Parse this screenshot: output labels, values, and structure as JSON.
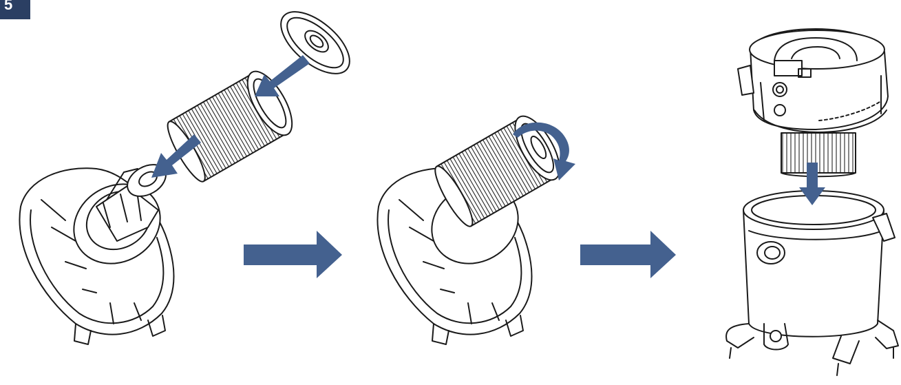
{
  "step": {
    "number": "5"
  },
  "colors": {
    "accent": "#44618f",
    "badge": "#2b3f63",
    "line": "#1a1a1a",
    "background": "#ffffff"
  },
  "panels": [
    {
      "id": "insert-filter",
      "icons": [
        "filter-cap-icon",
        "filter-cartridge-icon",
        "motor-head-cage-icon",
        "insert-arrow-icon"
      ]
    },
    {
      "id": "twist-lock",
      "icons": [
        "filter-mounted-icon",
        "rotate-arrow-icon"
      ]
    },
    {
      "id": "reassemble",
      "icons": [
        "vacuum-head-icon",
        "vacuum-drum-icon",
        "lower-arrow-icon"
      ]
    }
  ]
}
